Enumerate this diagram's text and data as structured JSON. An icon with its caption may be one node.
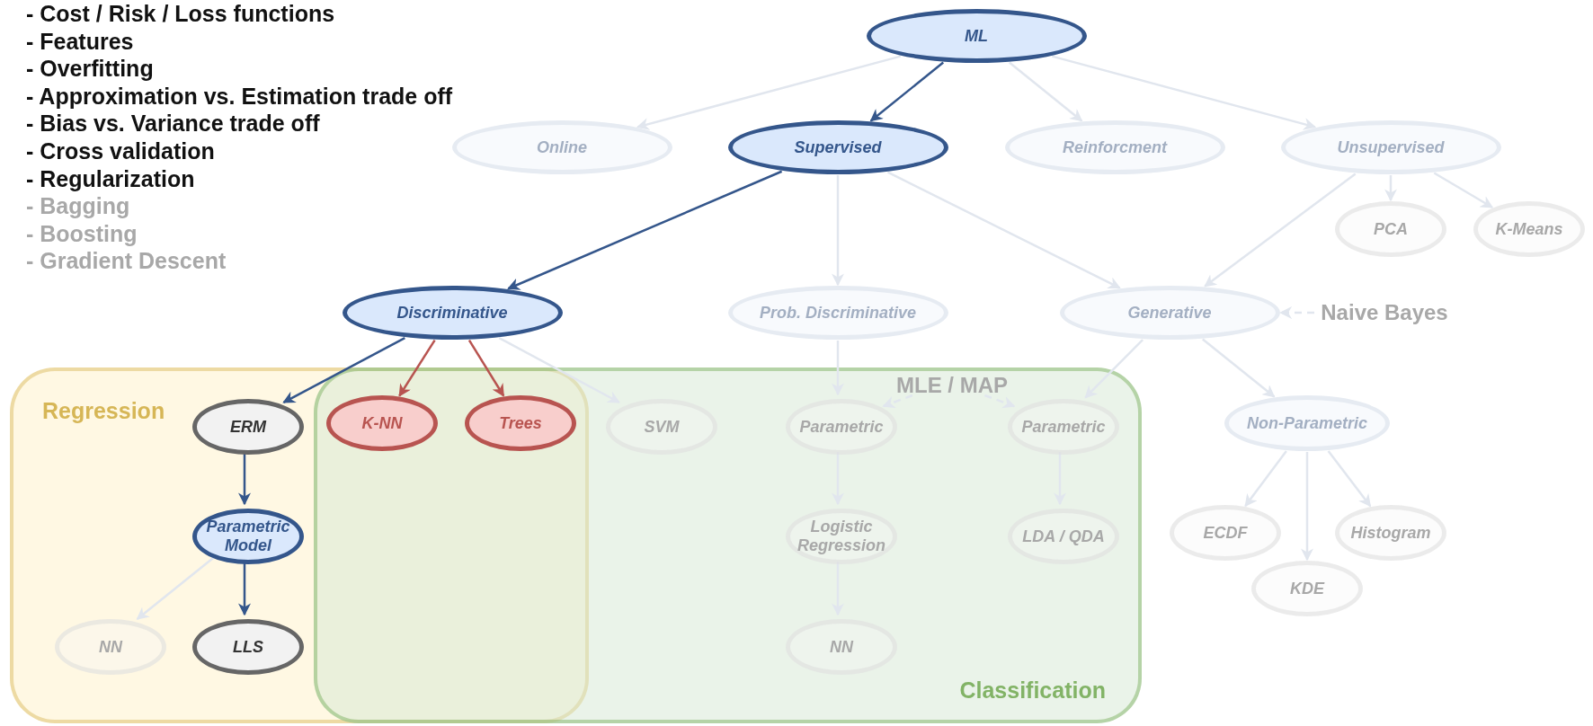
{
  "diagram": {
    "nodes": [
      {
        "text": [
          "ML"
        ]
      },
      {
        "text": [
          "Online"
        ]
      },
      {
        "text": [
          "Supervised"
        ]
      },
      {
        "text": [
          "Reinforcment"
        ]
      },
      {
        "text": [
          "Unsupervised"
        ]
      },
      {
        "text": [
          "PCA"
        ]
      },
      {
        "text": [
          "K-Means"
        ]
      },
      {
        "text": [
          "Discriminative"
        ]
      },
      {
        "text": [
          "Prob. Discriminative"
        ]
      },
      {
        "text": [
          "Generative"
        ]
      },
      {
        "text": [
          "Naive Bayes"
        ]
      },
      {
        "text": [
          "Regression"
        ]
      },
      {
        "text": [
          "Classification"
        ]
      },
      {
        "text": [
          "MLE / MAP"
        ],
        "in": 12
      },
      {
        "text": [
          "ERM"
        ],
        "in": 11
      },
      {
        "text": [
          "K-NN"
        ]
      },
      {
        "text": [
          "Trees"
        ]
      },
      {
        "text": [
          "SVM"
        ],
        "in": 12
      },
      {
        "text": [
          "Parametric"
        ],
        "in": 12
      },
      {
        "text": [
          "Parametric"
        ],
        "in": 12
      },
      {
        "text": [
          "Non-Parametric"
        ]
      },
      {
        "text": [
          "Parametric Model"
        ],
        "in": 11
      },
      {
        "text": [
          "Logistic Regression"
        ],
        "in": 12
      },
      {
        "text": [
          "LDA / QDA"
        ],
        "in": 12
      },
      {
        "text": [
          "ECDF"
        ]
      },
      {
        "text": [
          "Histogram"
        ]
      },
      {
        "text": [
          "KDE"
        ]
      },
      {
        "text": [
          "NN"
        ],
        "in": 11
      },
      {
        "text": [
          "LLS"
        ],
        "in": 11
      },
      {
        "text": [
          "NN"
        ],
        "in": 12
      }
    ],
    "edges": [
      {
        "from": 0,
        "to": 1,
        "arrow": "to"
      },
      {
        "from": 0,
        "to": 2,
        "arrow": "to",
        "color": "#34568b"
      },
      {
        "from": 0,
        "to": 3,
        "arrow": "to"
      },
      {
        "from": 0,
        "to": 4,
        "arrow": "to"
      },
      {
        "from": 4,
        "to": 5,
        "arrow": "to"
      },
      {
        "from": 4,
        "to": 6,
        "arrow": "to"
      },
      {
        "from": 4,
        "to": 9,
        "arrow": "to"
      },
      {
        "from": 2,
        "to": 7,
        "arrow": "to",
        "color": "#34568b"
      },
      {
        "from": 2,
        "to": 8,
        "arrow": "to"
      },
      {
        "from": 2,
        "to": 9,
        "arrow": "to"
      },
      {
        "from": 10,
        "to": 9,
        "arrow": "to",
        "style": "dashed"
      },
      {
        "from": 7,
        "to": 14,
        "arrow": "to",
        "color": "#34568b"
      },
      {
        "from": 7,
        "to": 15,
        "arrow": "to",
        "color": "#b85450"
      },
      {
        "from": 7,
        "to": 16,
        "arrow": "to",
        "color": "#b85450"
      },
      {
        "from": 7,
        "to": 17,
        "arrow": "to"
      },
      {
        "from": 8,
        "to": 18,
        "arrow": "to"
      },
      {
        "from": 9,
        "to": 19,
        "arrow": "to"
      },
      {
        "from": 9,
        "to": 20,
        "arrow": "to"
      },
      {
        "from": 13,
        "to": 18,
        "arrow": "to",
        "style": "dashed"
      },
      {
        "from": 13,
        "to": 19,
        "arrow": "to",
        "style": "dashed"
      },
      {
        "from": 14,
        "to": 21,
        "arrow": "to",
        "color": "#34568b"
      },
      {
        "from": 21,
        "to": 28,
        "arrow": "to",
        "color": "#34568b"
      },
      {
        "from": 21,
        "to": 27,
        "arrow": "to"
      },
      {
        "from": 18,
        "to": 22,
        "arrow": "to"
      },
      {
        "from": 22,
        "to": 29,
        "arrow": "to"
      },
      {
        "from": 19,
        "to": 23,
        "arrow": "to"
      },
      {
        "from": 20,
        "to": 24,
        "arrow": "to"
      },
      {
        "from": 20,
        "to": 26,
        "arrow": "to"
      },
      {
        "from": 20,
        "to": 25,
        "arrow": "to"
      }
    ],
    "labels": [
      "- Cost / Risk / Loss functions",
      "- Features",
      "- Overfitting",
      "- Approximation vs. Estimation trade off",
      "- Bias vs. Variance trade off",
      "- Cross validation",
      "- Regularization",
      "- Bagging",
      "- Boosting",
      "- Gradient Descent"
    ]
  }
}
